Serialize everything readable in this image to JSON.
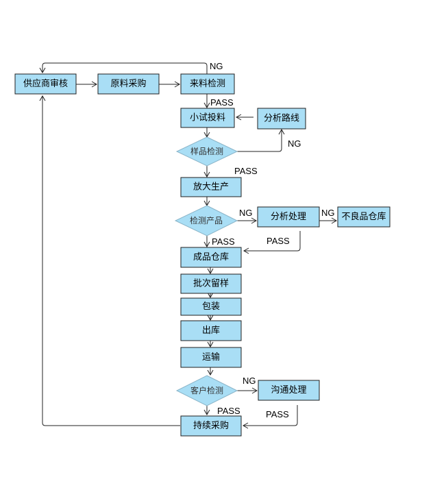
{
  "nodes": {
    "supplier_review": "供应商审核",
    "raw_purchase": "原料采购",
    "incoming_inspection": "来料检测",
    "trial_feed": "小试投料",
    "analyze_route": "分析路线",
    "sample_inspection": "样品检测",
    "scale_up": "放大生产",
    "product_inspection": "检测产品",
    "analyze_handling": "分析处理",
    "defect_warehouse": "不良品仓库",
    "finished_warehouse": "成品仓库",
    "batch_sample": "批次留样",
    "packaging": "包装",
    "outbound": "出库",
    "transport": "运输",
    "customer_inspection": "客户检测",
    "communicate_handling": "沟通处理",
    "continuous_purchase": "持续采购"
  },
  "labels": {
    "ng": "NG",
    "pass": "PASS"
  }
}
